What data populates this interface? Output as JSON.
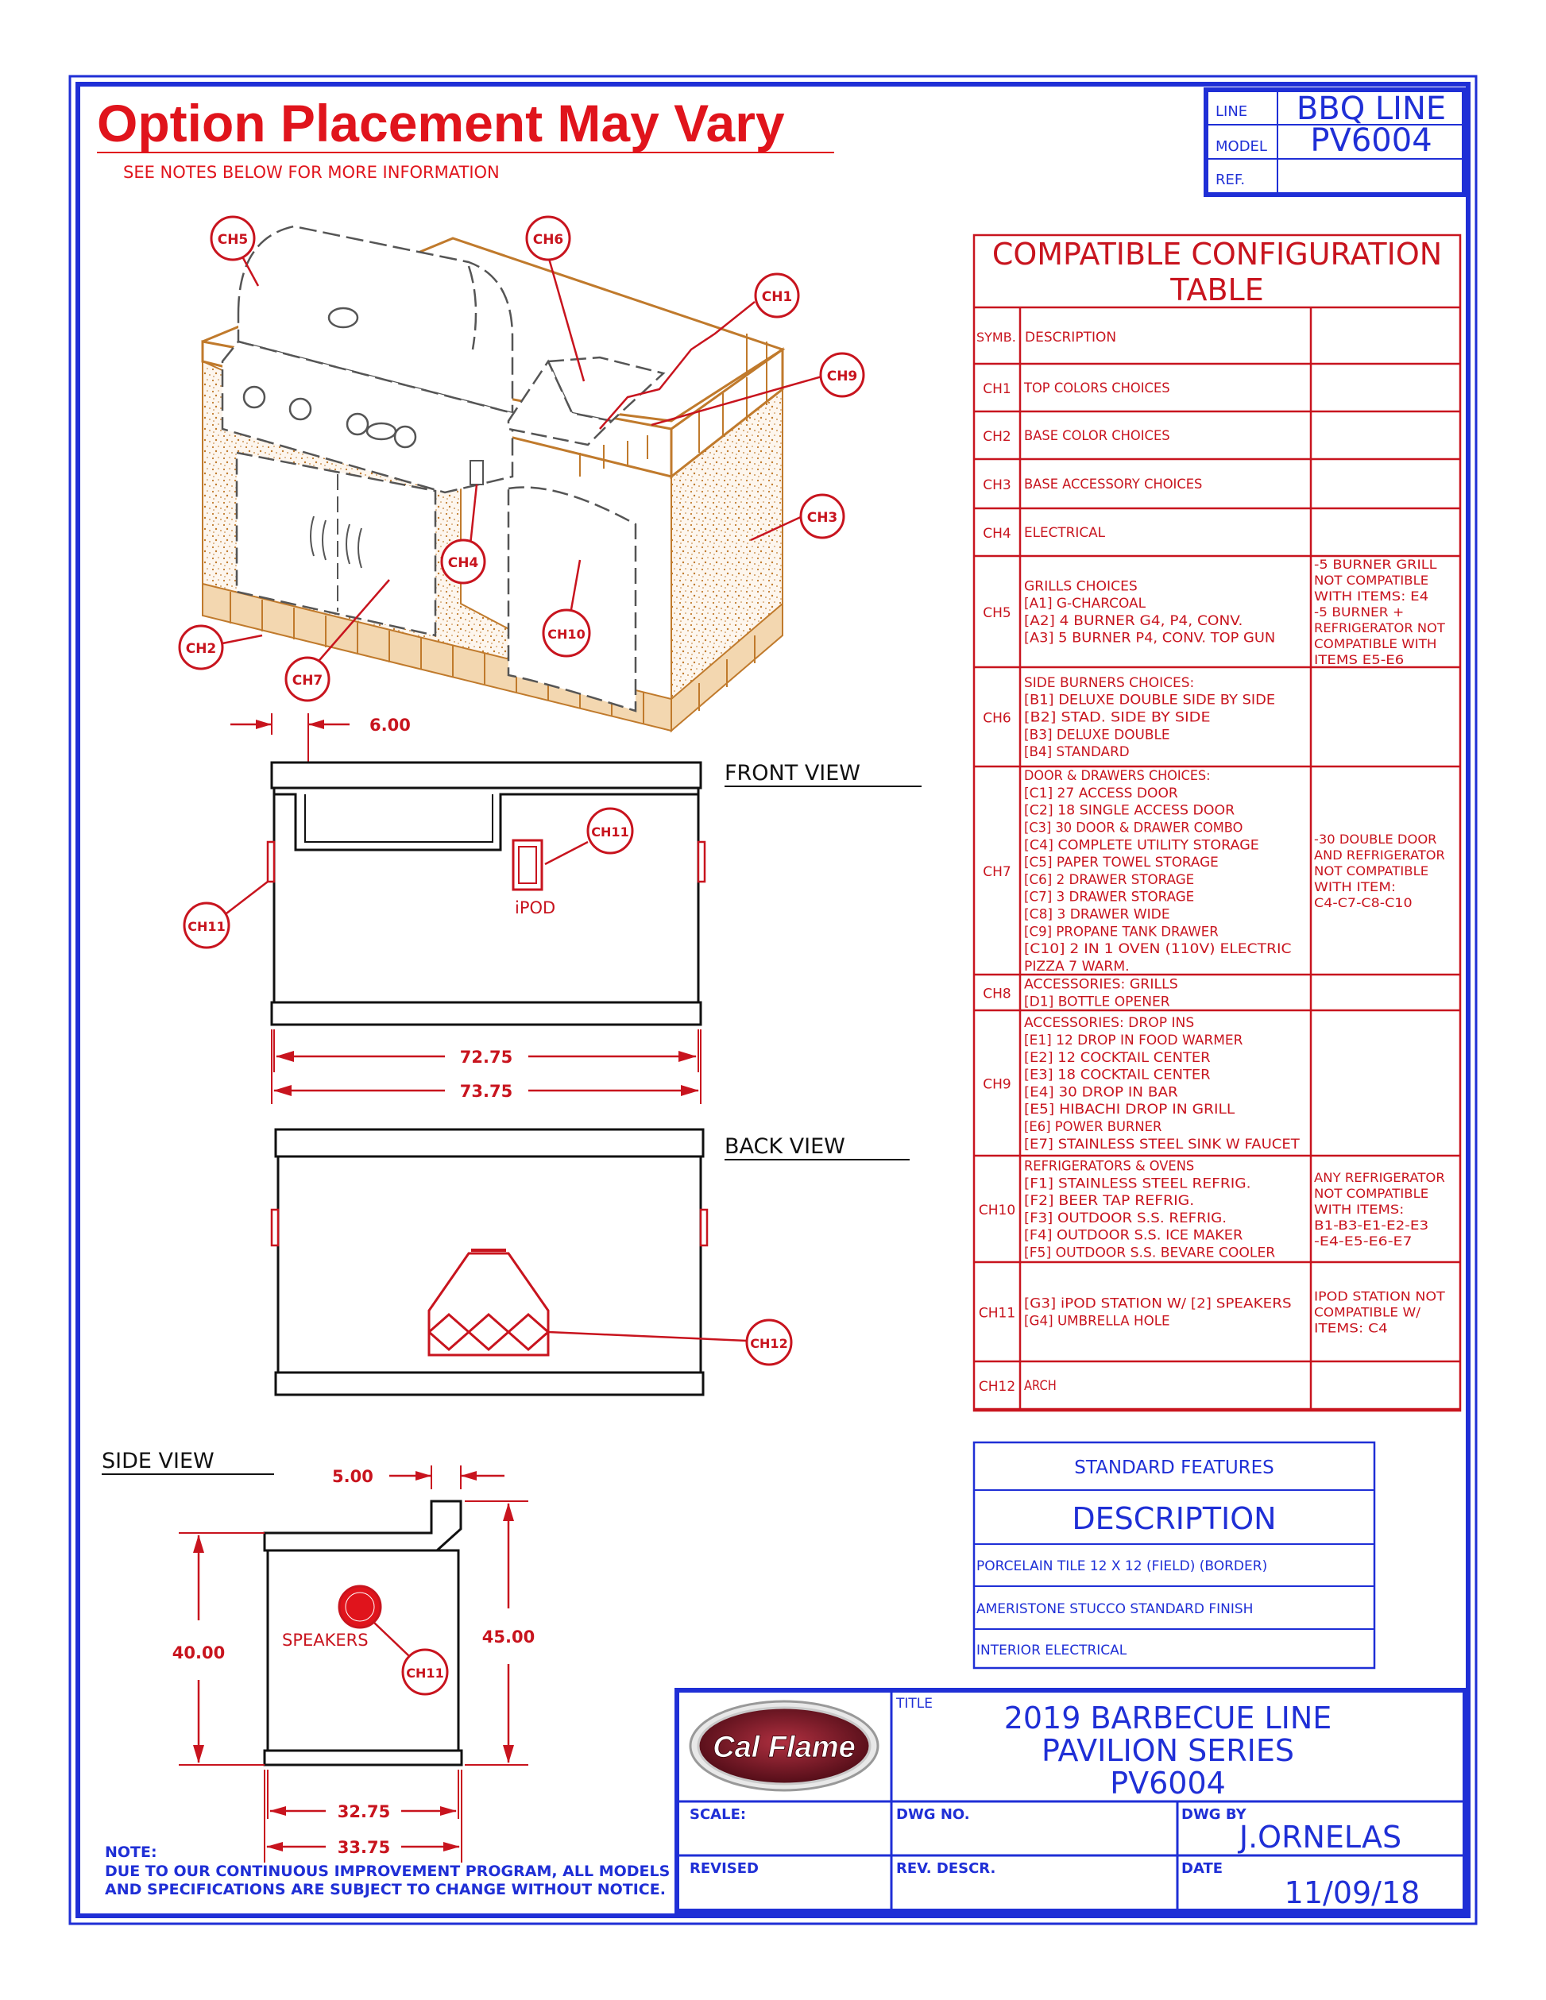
{
  "colors": {
    "frame_blue": "#1f2fd6",
    "note_red": "#e0141c",
    "draft_red": "#c8141e",
    "ink": "#111111",
    "tan": "#c07a2c",
    "logo_maroon": "#7a1420"
  },
  "header": {
    "title": "Option Placement May Vary",
    "subtitle": "SEE NOTES BELOW FOR MORE INFORMATION"
  },
  "title_block_top": {
    "line_label": "LINE",
    "line_value": "BBQ LINE",
    "model_label": "MODEL",
    "model_value": "PV6004",
    "ref_label": "REF.",
    "ref_value": ""
  },
  "callouts": {
    "ch1": "CH1",
    "ch2": "CH2",
    "ch3": "CH3",
    "ch4": "CH4",
    "ch5": "CH5",
    "ch6": "CH6",
    "ch7": "CH7",
    "ch9": "CH9",
    "ch10": "CH10",
    "ch11": "CH11",
    "ch12": "CH12"
  },
  "front_view": {
    "label": "FRONT VIEW",
    "dim_top": "6.00",
    "ipod_label": "iPOD",
    "dim_inner": "72.75",
    "dim_outer": "73.75"
  },
  "back_view": {
    "label": "BACK VIEW"
  },
  "side_view": {
    "label": "SIDE VIEW",
    "dim_top": "5.00",
    "dim_left": "40.00",
    "dim_right": "45.00",
    "speakers_label": "SPEAKERS",
    "dim_inner": "32.75",
    "dim_outer": "33.75"
  },
  "config_table": {
    "title_line1": "COMPATIBLE CONFIGURATION",
    "title_line2": "TABLE",
    "header_symbol": "SYMB.",
    "header_description": "DESCRIPTION",
    "rows": [
      {
        "symbol": "CH1",
        "lines": [
          "TOP COLORS CHOICES"
        ],
        "note": []
      },
      {
        "symbol": "CH2",
        "lines": [
          "BASE COLOR CHOICES"
        ],
        "note": []
      },
      {
        "symbol": "CH3",
        "lines": [
          "BASE ACCESSORY CHOICES"
        ],
        "note": []
      },
      {
        "symbol": "CH4",
        "lines": [
          "ELECTRICAL"
        ],
        "note": []
      },
      {
        "symbol": "CH5",
        "lines": [
          "GRILLS CHOICES",
          "[A1] G-CHARCOAL",
          "[A2] 4 BURNER G4, P4, CONV.",
          "[A3] 5 BURNER P4, CONV. TOP GUN"
        ],
        "note": [
          "-5 BURNER GRILL",
          "NOT COMPATIBLE",
          "WITH ITEMS: E4",
          "-5 BURNER +",
          "REFRIGERATOR NOT",
          "COMPATIBLE WITH",
          "ITEMS E5-E6"
        ]
      },
      {
        "symbol": "CH6",
        "lines": [
          "SIDE BURNERS CHOICES:",
          "[B1] DELUXE DOUBLE SIDE BY SIDE",
          "[B2] STAD. SIDE BY SIDE",
          "[B3] DELUXE DOUBLE",
          "[B4] STANDARD"
        ],
        "note": []
      },
      {
        "symbol": "CH7",
        "lines": [
          "DOOR & DRAWERS CHOICES:",
          "[C1] 27 ACCESS DOOR",
          "[C2] 18 SINGLE ACCESS DOOR",
          "[C3] 30 DOOR & DRAWER COMBO",
          "[C4] COMPLETE UTILITY STORAGE",
          "[C5] PAPER TOWEL STORAGE",
          "[C6] 2 DRAWER STORAGE",
          "[C7] 3 DRAWER STORAGE",
          "[C8] 3 DRAWER WIDE",
          "[C9] PROPANE TANK DRAWER",
          "[C10] 2 IN 1 OVEN (110V) ELECTRIC",
          "PIZZA 7 WARM."
        ],
        "note": [
          "-30 DOUBLE DOOR",
          "AND REFRIGERATOR",
          "NOT COMPATIBLE",
          "WITH ITEM:",
          "C4-C7-C8-C10"
        ]
      },
      {
        "symbol": "CH8",
        "lines": [
          "ACCESSORIES: GRILLS",
          "[D1] BOTTLE OPENER"
        ],
        "note": []
      },
      {
        "symbol": "CH9",
        "lines": [
          "ACCESSORIES: DROP INS",
          "[E1] 12 DROP IN FOOD WARMER",
          "[E2] 12 COCKTAIL CENTER",
          "[E3] 18 COCKTAIL CENTER",
          "[E4] 30 DROP IN BAR",
          "[E5] HIBACHI DROP IN GRILL",
          "[E6] POWER BURNER",
          "[E7] STAINLESS STEEL SINK W FAUCET"
        ],
        "note": []
      },
      {
        "symbol": "CH10",
        "lines": [
          "REFRIGERATORS & OVENS",
          "[F1] STAINLESS STEEL REFRIG.",
          "[F2] BEER TAP REFRIG.",
          "[F3] OUTDOOR S.S. REFRIG.",
          "[F4] OUTDOOR S.S. ICE MAKER",
          "[F5] OUTDOOR S.S. BEVARE COOLER"
        ],
        "note": [
          "ANY REFRIGERATOR",
          "NOT COMPATIBLE",
          "WITH ITEMS:",
          "B1-B3-E1-E2-E3",
          "-E4-E5-E6-E7"
        ]
      },
      {
        "symbol": "CH11",
        "lines": [
          "[G3] iPOD STATION W/ [2] SPEAKERS",
          "[G4] UMBRELLA HOLE"
        ],
        "note": [
          "IPOD STATION NOT",
          "COMPATIBLE W/",
          "ITEMS: C4"
        ]
      },
      {
        "symbol": "CH12",
        "lines": [
          "ARCH"
        ],
        "note": []
      }
    ]
  },
  "standard_features": {
    "heading": "STANDARD FEATURES",
    "subheading": "DESCRIPTION",
    "items": [
      "PORCELAIN TILE 12 X 12 (FIELD) (BORDER)",
      "AMERISTONE STUCCO STANDARD FINISH",
      "INTERIOR ELECTRICAL"
    ]
  },
  "title_block_bottom": {
    "logo_text": "Cal Flame",
    "title_label": "TITLE",
    "title_line1": "2019 BARBECUE LINE",
    "title_line2": "PAVILION SERIES",
    "title_line3": "PV6004",
    "scale_label": "SCALE:",
    "dwg_no_label": "DWG NO.",
    "dwg_by_label": "DWG BY",
    "dwg_by_value": "J.ORNELAS",
    "revised_label": "REVISED",
    "rev_descr_label": "REV. DESCR.",
    "date_label": "DATE",
    "date_value": "11/09/18"
  },
  "note": {
    "label": "NOTE:",
    "line1": "DUE TO OUR CONTINUOUS IMPROVEMENT PROGRAM, ALL MODELS",
    "line2": "AND SPECIFICATIONS ARE SUBJECT TO CHANGE WITHOUT NOTICE."
  }
}
